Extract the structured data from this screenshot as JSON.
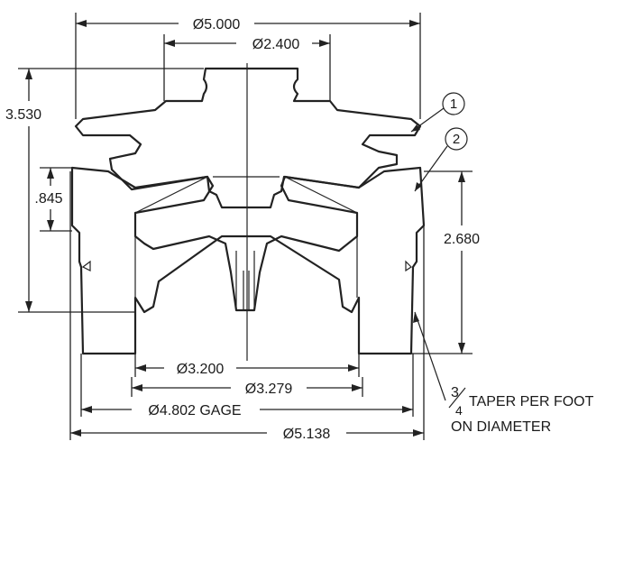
{
  "dimensions": {
    "outer_diameter": "Ø5.000",
    "neck_diameter": "Ø2.400",
    "overall_height": "3.530",
    "flange_height": ".845",
    "body_height": "2.680",
    "bore_diameter": "Ø3.200",
    "bore_diameter_2": "Ø3.279",
    "gage_diameter": "Ø4.802 GAGE",
    "base_diameter": "Ø5.138"
  },
  "balloons": [
    "1",
    "2"
  ],
  "note": {
    "fraction_numerator": "3",
    "fraction_denominator": "4",
    "line1": "TAPER PER FOOT",
    "line2": "ON DIAMETER"
  },
  "colors": {
    "ink": "#222222",
    "background": "#ffffff"
  }
}
